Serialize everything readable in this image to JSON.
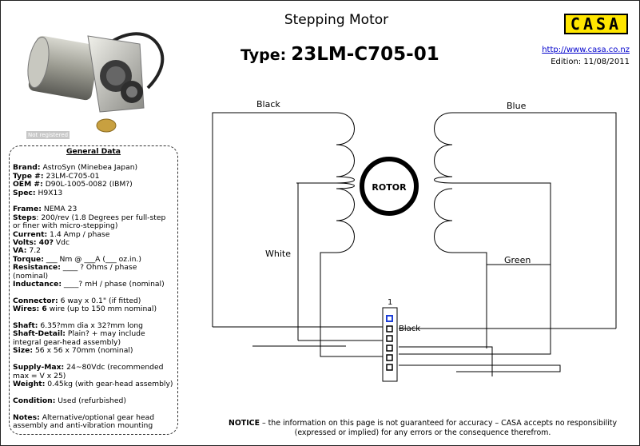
{
  "header": {
    "title": "Stepping Motor",
    "type_label": "Type:",
    "type_value": "23LM-C705-01",
    "logo_text": "CASA",
    "url": "http://www.casa.co.nz",
    "edition": "Edition: 11/08/2011"
  },
  "photo": {
    "caption": "Not registered"
  },
  "general": {
    "heading": "General Data",
    "rows": [
      {
        "label": "Brand:",
        "value": " AstroSyn (Minebea Japan)"
      },
      {
        "label": "Type #:",
        "value": " 23LM-C705-01"
      },
      {
        "label": "OEM #:",
        "value": " D90L-1005-0082 (IBM?)"
      },
      {
        "label": "Spec:",
        "value": " H9X13"
      },
      {
        "gap": true
      },
      {
        "label": "Frame:",
        "value": " NEMA 23"
      },
      {
        "label": "Steps",
        "value": ": 200/rev (1.8 Degrees per full-step or finer with micro-stepping)"
      },
      {
        "label": "Current:",
        "value": " 1.4 Amp / phase"
      },
      {
        "label": "Volts: 40?",
        "value": " Vdc"
      },
      {
        "label": "VA:",
        "value": " 7.2"
      },
      {
        "label": "Torque:",
        "value": "  ___ Nm @ ___A (___ oz.in.)"
      },
      {
        "label": "Resistance:",
        "value": " ____ ? Ohms / phase (nominal)"
      },
      {
        "label": "Inductance:",
        "value": " ____? mH / phase (nominal)"
      },
      {
        "gap": true
      },
      {
        "label": "Connector:",
        "value": " 6 way x 0.1\" (if fitted)"
      },
      {
        "label": "Wires: 6",
        "value": " wire (up to 150 mm nominal)"
      },
      {
        "gap": true
      },
      {
        "label": "Shaft:",
        "value": " 6.35?mm dia x 32?mm long"
      },
      {
        "label": "Shaft-Detail:",
        "value": " Plain? + may include integral gear-head assembly)"
      },
      {
        "label": "Size:",
        "value": " 56 x 56 x 70mm (nominal)"
      },
      {
        "gap": true
      },
      {
        "label": "Supply-Max:",
        "value": " 24~80Vdc (recommended max = V x 25)"
      },
      {
        "label": "Weight:",
        "value": " 0.45kg (with gear-head assembly)"
      },
      {
        "gap": true
      },
      {
        "label": "Condition:",
        "value": " Used (refurbished)"
      },
      {
        "gap": true
      },
      {
        "label": "Notes:",
        "value": " Alternative/optional gear head assembly and anti-vibration mounting"
      }
    ]
  },
  "diagram": {
    "rotor_label": "ROTOR",
    "wire_black": "Black",
    "wire_blue": "Blue",
    "wire_white": "White",
    "wire_green": "Green",
    "pin_number": "1",
    "connector_label": "Black",
    "pin1_color": "#1e3fd8"
  },
  "notice": {
    "bold": "NOTICE",
    "text": " – the information on this page is not guaranteed for accuracy – CASA accepts no responsibility (expressed or implied) for any errors or the consequence therefrom."
  }
}
